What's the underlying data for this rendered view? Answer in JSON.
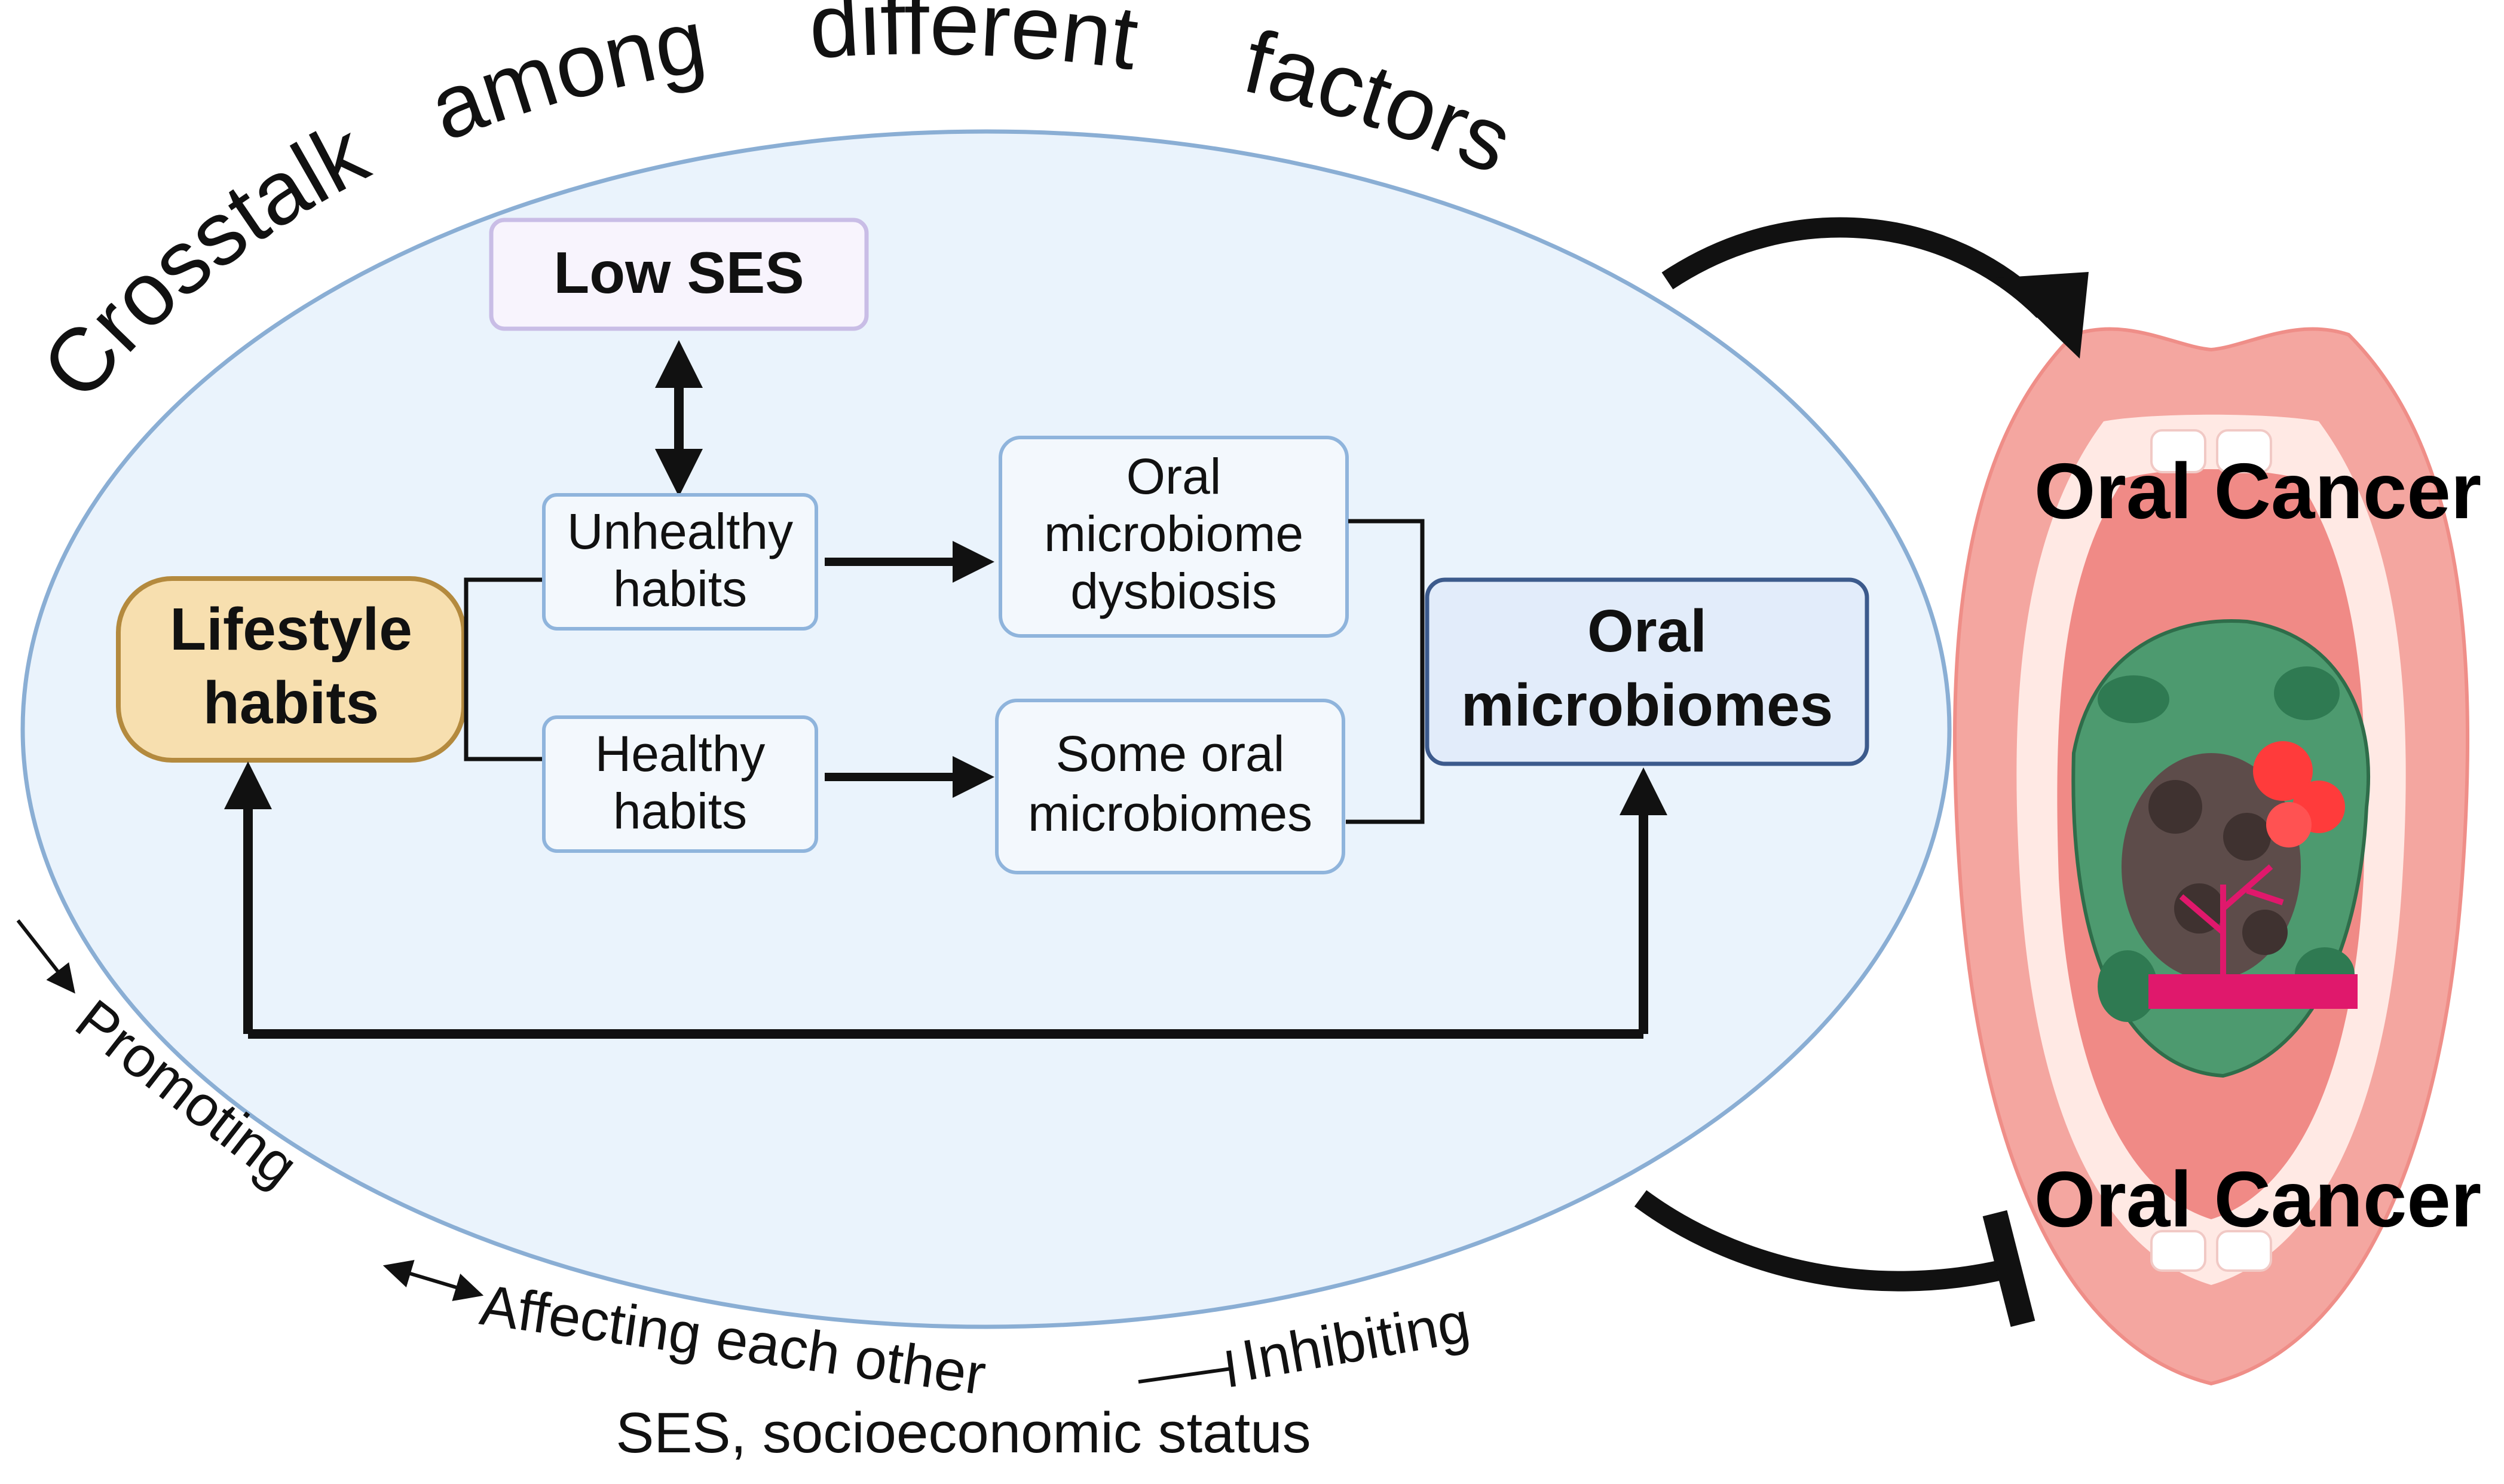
{
  "title_words": [
    "Crosstalk",
    "among",
    "different",
    "factors"
  ],
  "boxes": {
    "low_ses": "Low SES",
    "lifestyle": [
      "Lifestyle",
      "habits"
    ],
    "unhealthy": [
      "Unhealthy",
      "habits"
    ],
    "healthy": [
      "Healthy",
      "habits"
    ],
    "dysbiosis": [
      "Oral",
      "microbiome",
      "dysbiosis"
    ],
    "some_oral": [
      "Some oral",
      "microbiomes"
    ],
    "oral_microbiomes": [
      "Oral",
      "microbiomes"
    ]
  },
  "outcomes": {
    "promoted": "Oral Cancer",
    "inhibited": "Oral Cancer"
  },
  "legend": {
    "promoting": "Promoting",
    "affecting": "Affecting each other",
    "inhibiting": "Inhibiting",
    "abbreviation": "SES, socioeconomic status"
  },
  "colors": {
    "ellipse_fill": "#eaf3fc",
    "ellipse_stroke": "#8aaed4",
    "box_stroke": "#8fb4dc",
    "box_fill": "#f3f8fd",
    "lifestyle_fill": "#f7dfaf",
    "lifestyle_stroke": "#b48a3e",
    "low_ses_fill": "#f8f4fd",
    "low_ses_stroke": "#c9bde6",
    "oral_microbiomes_fill": "#e2ecfa",
    "oral_microbiomes_stroke": "#3c5a8c",
    "lips": "#f4a6a0",
    "mouth_inner": "#f08a86",
    "tumor_green": "#4d9a6f",
    "tumor_red": "#ff3b3b",
    "vessel": "#e0186c"
  },
  "icons": [
    "mouth-illustration",
    "tumor-icon",
    "blood-vessel-icon"
  ]
}
